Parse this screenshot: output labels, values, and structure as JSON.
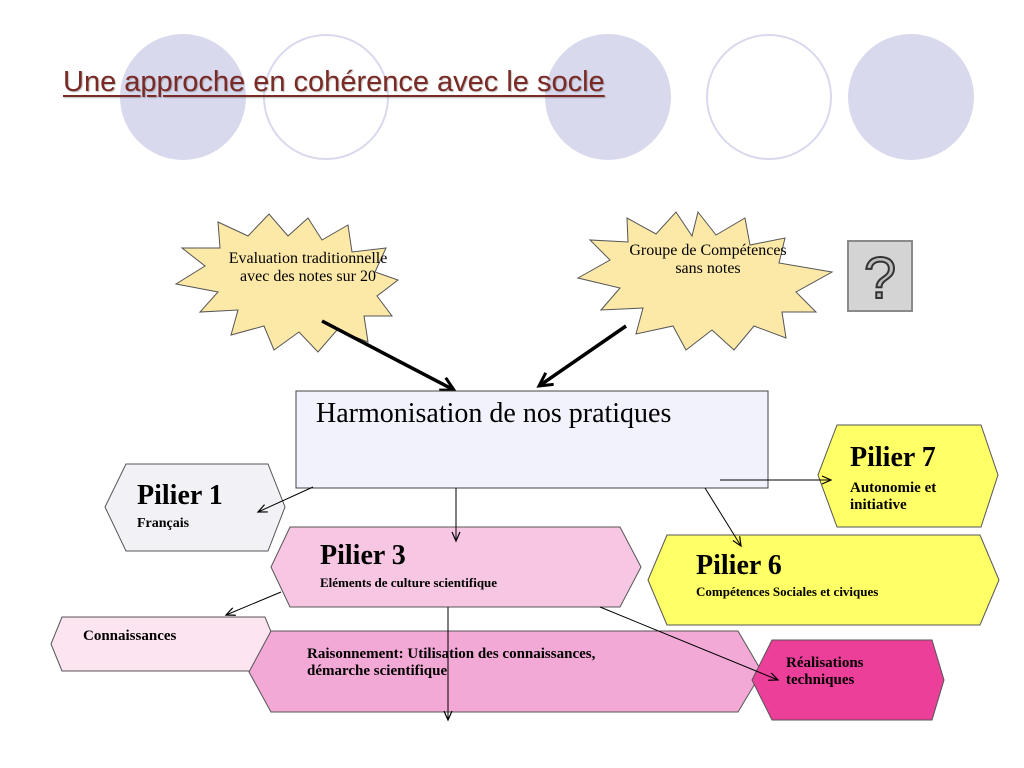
{
  "title": "Une approche en cohérence avec le socle",
  "starbursts": {
    "left": "Evaluation traditionnelle avec des notes sur 20",
    "right": "Groupe de Compétences sans notes"
  },
  "question_box": {
    "icon": "question-mark-icon",
    "glyph": "?"
  },
  "center_box": {
    "label": "Harmonisation de nos pratiques"
  },
  "pilier1": {
    "title": "Pilier 1",
    "subtitle": "Français"
  },
  "pilier3": {
    "title": "Pilier 3",
    "subtitle": "Eléments de culture scientifique"
  },
  "pilier6": {
    "title": "Pilier 6",
    "subtitle": "Compétences Sociales et civiques"
  },
  "pilier7": {
    "title": "Pilier 7",
    "subtitle": "Autonomie et initiative"
  },
  "connaissances": {
    "label": "Connaissances"
  },
  "raisonnement": {
    "label": "Raisonnement: Utilisation des connaissances, démarche scientifique"
  },
  "realisations": {
    "label": "Réalisations techniques"
  },
  "colors": {
    "title": "#7a2a24",
    "decor_circle": "#d9d9ee",
    "starburst": "#fce9a8",
    "center_box": "#f2f2fd",
    "pilier1": "#f2f2f6",
    "pilier3": "#f6c6e2",
    "pilier6": "#ffff66",
    "pilier7": "#ffff66",
    "connaissances": "#fce4f0",
    "raisonnement": "#f2a9d6",
    "realisations": "#ec3f9a",
    "question_box": "#d4d4d4"
  }
}
